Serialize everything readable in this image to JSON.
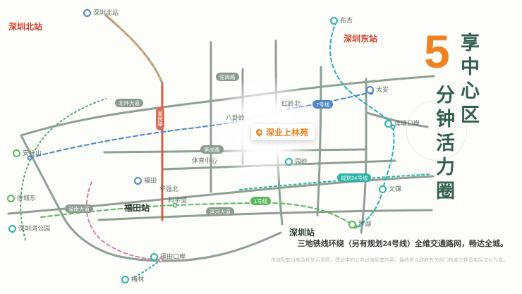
{
  "headline": {
    "prefix": "享中心区",
    "number": "5",
    "suffix": "分钟活力圈"
  },
  "tagline": "三地铁线环绕（另有规划24号线）全维交通路网，畅达全城。",
  "disclaimer": "市政配套设施及规划示意图，建设中的公共设施配套内容，最终将以政府有关部门核准文件及实际交付为准。",
  "property": {
    "name": "深业上林苑"
  },
  "stations": [
    {
      "label": "深圳北站"
    },
    {
      "label": "深圳北站"
    },
    {
      "label": "布吉"
    },
    {
      "label": "深圳东站"
    },
    {
      "label": "太安"
    },
    {
      "label": "莲塘口岸"
    },
    {
      "label": "红岭北"
    },
    {
      "label": "八卦岭"
    },
    {
      "label": "园岭"
    },
    {
      "label": "体育中心"
    },
    {
      "label": "安托山"
    },
    {
      "label": "侨城东"
    },
    {
      "label": "深圳湾公园"
    },
    {
      "label": "福田"
    },
    {
      "label": "福田站"
    },
    {
      "label": "华强北"
    },
    {
      "label": "科学馆"
    },
    {
      "label": "深圳站"
    },
    {
      "label": "罗湖"
    },
    {
      "label": "文锦"
    },
    {
      "label": "福田口岸"
    },
    {
      "label": "梅林"
    }
  ],
  "road_labels": [
    {
      "label": "北环大道"
    },
    {
      "label": "泥岗路"
    },
    {
      "label": "笋岗路"
    },
    {
      "label": "深南大道"
    },
    {
      "label": "滨河大道"
    },
    {
      "label": "皇岗路"
    }
  ],
  "line_labels": [
    {
      "label": "7号线"
    },
    {
      "label": "1号线"
    },
    {
      "label": "规划24号线"
    }
  ],
  "colors": {
    "accent_orange": "#f08223",
    "headline_green": "#33604e",
    "line7_blue": "#4f86c6",
    "line1_green": "#5cb85c",
    "line_teal": "#2ab3a6",
    "road_gray_green": "#83958a",
    "rail_red": "#d85a4a"
  }
}
